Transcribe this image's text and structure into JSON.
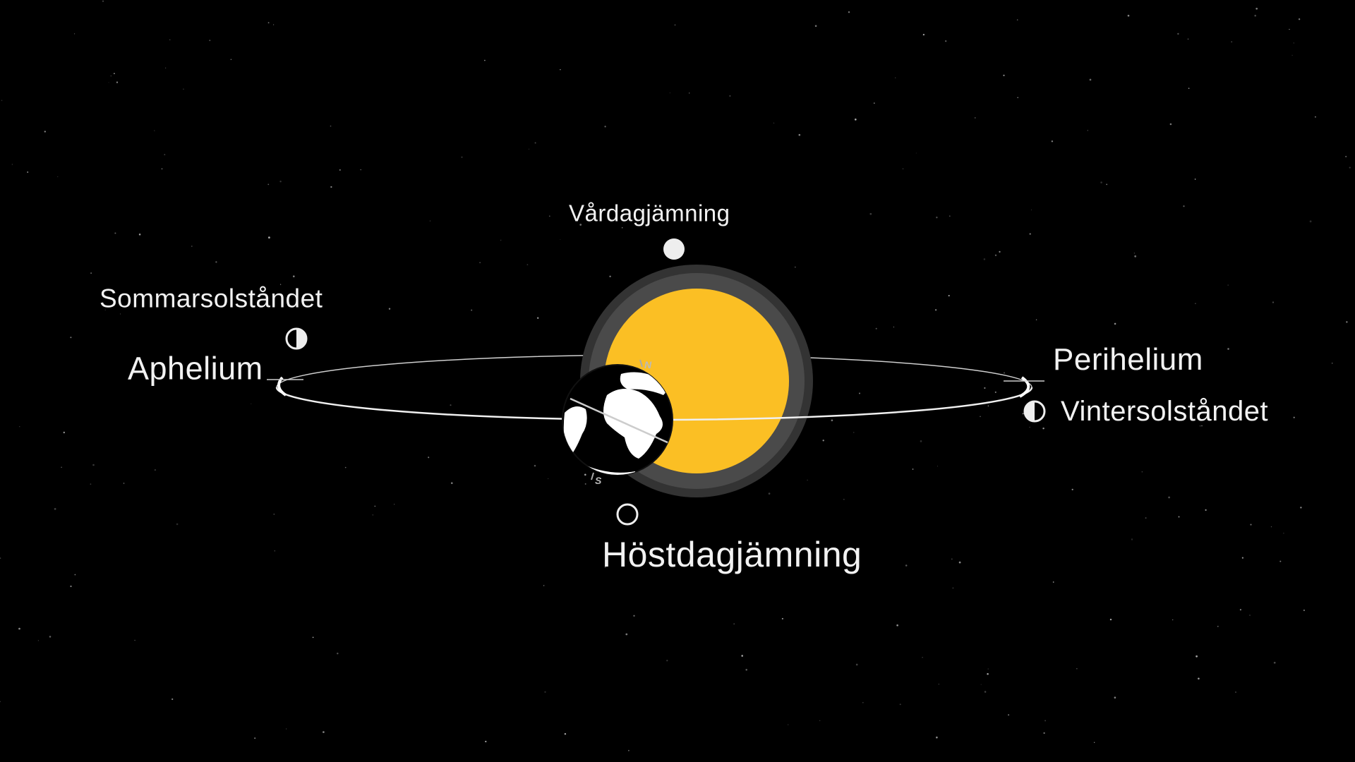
{
  "labels": {
    "spring_equinox": "Vårdagjämning",
    "summer_solstice": "Sommarsolståndet",
    "aphelion": "Aphelium",
    "perihelion": "Perihelium",
    "winter_solstice": "Vintersolståndet",
    "autumn_equinox": "Höstdagjämning",
    "north": "N",
    "south": "S"
  },
  "colors": {
    "sun": "#fbbf24",
    "sun_ring_inner": "#4a4a4a",
    "sun_ring_outer": "#333333",
    "orbit": "#e8e8e8",
    "background": "#000000"
  }
}
